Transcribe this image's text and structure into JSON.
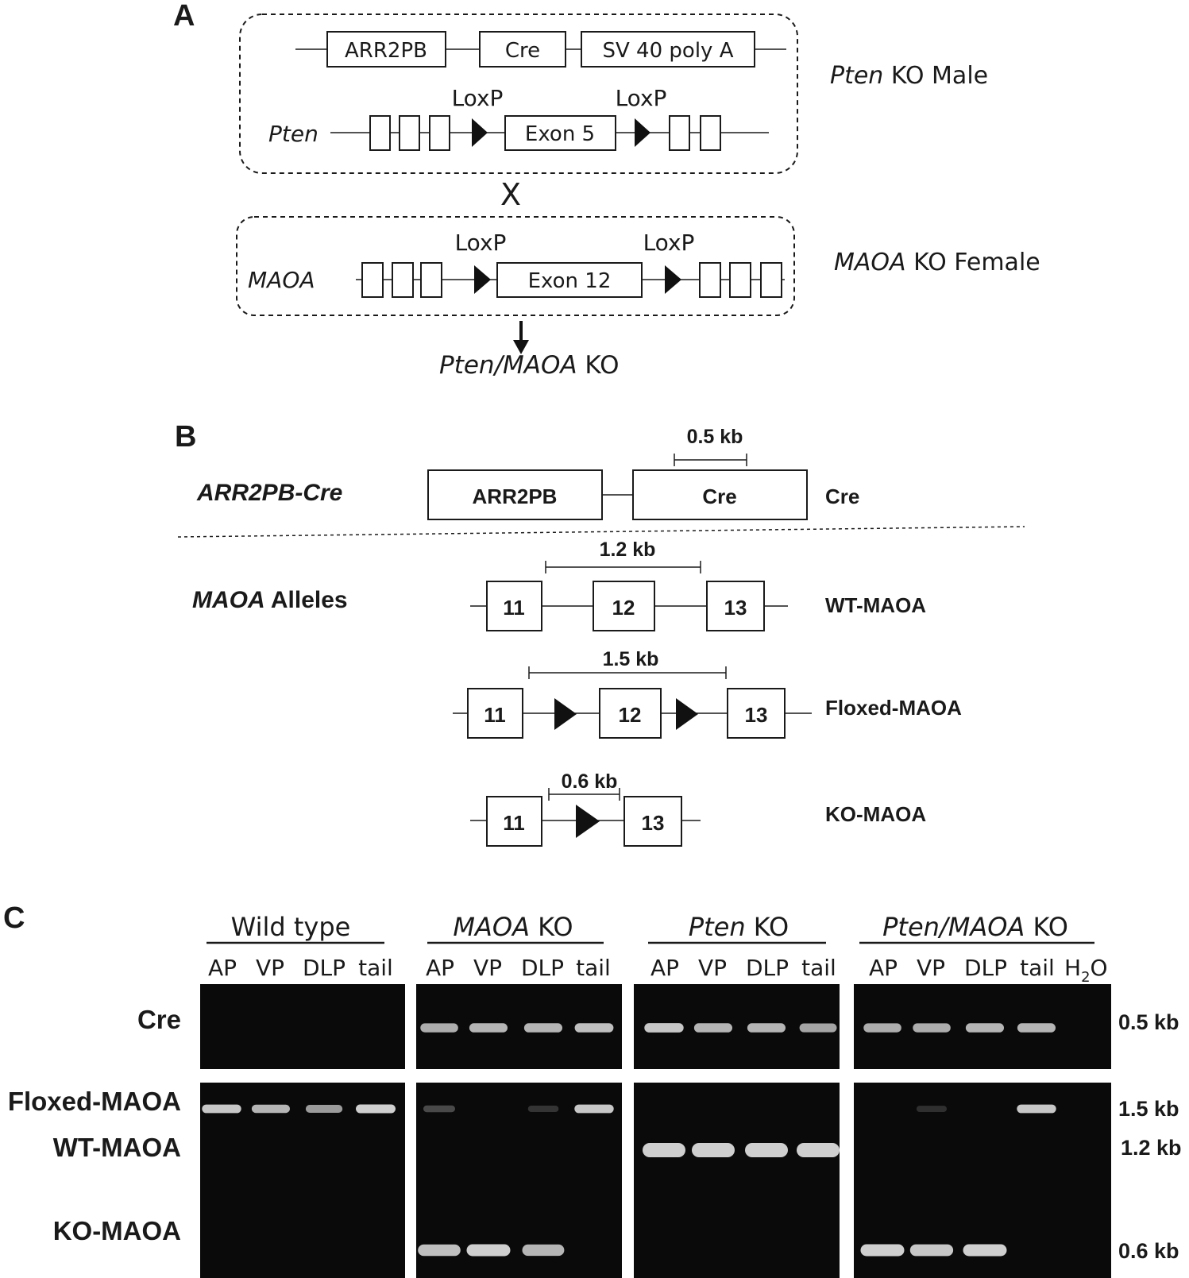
{
  "panel_a": {
    "label": "A",
    "cre_construct": [
      "ARR2PB",
      "Cre",
      "SV 40 poly A"
    ],
    "loxp": "LoxP",
    "pten_gene": "Pten",
    "pten_exon": "Exon 5",
    "pten_male_italic": "Pten",
    "pten_male_rest": " KO Male",
    "cross": "X",
    "maoa_gene": "MAOA",
    "maoa_exon": "Exon 12",
    "maoa_female_italic": "MAOA",
    "maoa_female_rest": " KO Female",
    "result_italic": "Pten/MAOA",
    "result_rest": " KO"
  },
  "panel_b": {
    "label": "B",
    "cre_title": "ARR2PB-Cre",
    "cre_boxes": [
      "ARR2PB",
      "Cre"
    ],
    "cre_size": "0.5 kb",
    "cre_name": "Cre",
    "alleles_italic": "MAOA",
    "alleles_rest": " Alleles",
    "wt": {
      "size": "1.2 kb",
      "exons": [
        "11",
        "12",
        "13"
      ],
      "name": "WT-MAOA"
    },
    "floxed": {
      "size": "1.5 kb",
      "exons": [
        "11",
        "12",
        "13"
      ],
      "name": "Floxed-MAOA"
    },
    "ko": {
      "size": "0.6 kb",
      "exons": [
        "11",
        "13"
      ],
      "name": "KO-MAOA"
    }
  },
  "panel_c": {
    "label": "C",
    "groups": [
      {
        "italic": "",
        "rest": "Wild type",
        "lanes": [
          "AP",
          "VP",
          "DLP",
          "tail"
        ]
      },
      {
        "italic": "MAOA",
        "rest": " KO",
        "lanes": [
          "AP",
          "VP",
          "DLP",
          "tail"
        ]
      },
      {
        "italic": "Pten",
        "rest": " KO",
        "lanes": [
          "AP",
          "VP",
          "DLP",
          "tail"
        ]
      },
      {
        "italic": "Pten/MAOA",
        "rest": " KO",
        "lanes": [
          "AP",
          "VP",
          "DLP",
          "tail",
          "H"
        ]
      }
    ],
    "h2o_sub": "2",
    "h2o_end": "O",
    "row_labels": [
      "Cre",
      "Floxed-MAOA",
      "WT-MAOA",
      "KO-MAOA"
    ],
    "sizes": [
      "0.5 kb",
      "1.5 kb",
      "1.2 kb",
      "0.6 kb"
    ],
    "bands": {
      "cre": [
        0,
        0,
        0,
        0,
        0.8,
        0.85,
        0.85,
        0.9,
        0.95,
        0.85,
        0.85,
        0.75,
        0.8,
        0.8,
        0.85,
        0.85,
        0
      ],
      "floxed": [
        0.95,
        0.85,
        0.7,
        1,
        0.2,
        0,
        0.08,
        0.95,
        0,
        0,
        0,
        0,
        0,
        0.05,
        0,
        0.95,
        0
      ],
      "wt": [
        0,
        0,
        0,
        0,
        0,
        0,
        0,
        0,
        1,
        1,
        1,
        1,
        0,
        0,
        0,
        0,
        0
      ],
      "ko": [
        0,
        0,
        0,
        0,
        0.9,
        1,
        0.85,
        0,
        0,
        0,
        0,
        0,
        1,
        0.95,
        1,
        0,
        0
      ]
    }
  }
}
